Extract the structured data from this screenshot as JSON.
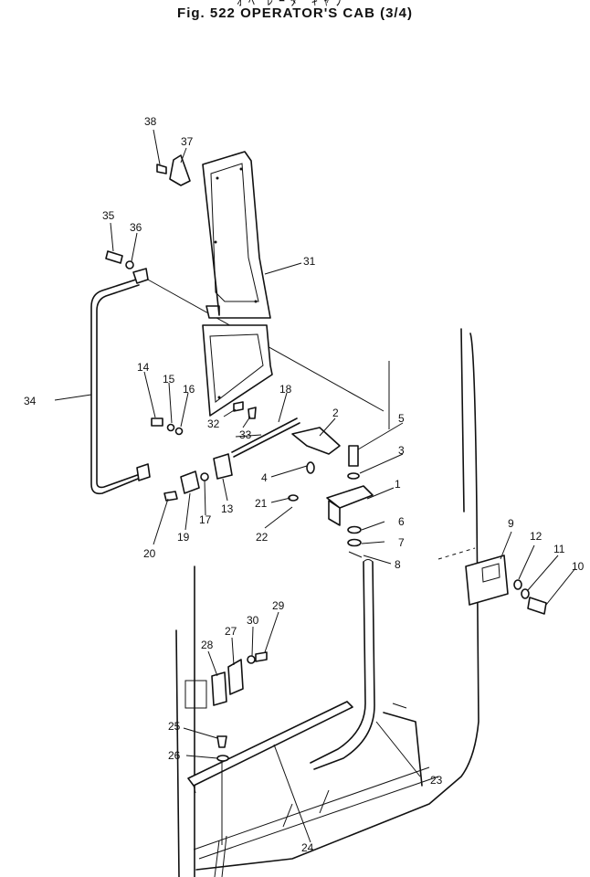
{
  "header": {
    "kana": "ｵﾍﾟﾚｰﾀ ｷｬﾌﾞ",
    "title": "Fig. 522   OPERATOR'S CAB (3/4)"
  },
  "callouts": [
    "1",
    "2",
    "3",
    "4",
    "5",
    "6",
    "7",
    "8",
    "9",
    "10",
    "11",
    "12",
    "13",
    "14",
    "15",
    "16",
    "17",
    "18",
    "19",
    "20",
    "21",
    "22",
    "23",
    "24",
    "25",
    "26",
    "27",
    "28",
    "29",
    "30",
    "31",
    "32",
    "33",
    "34",
    "35",
    "36",
    "37",
    "38"
  ]
}
